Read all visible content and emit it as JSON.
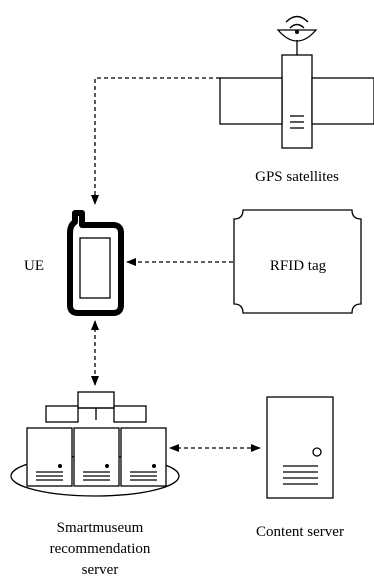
{
  "nodes": {
    "satellite": {
      "label": "GPS satellites",
      "icon": "satellite-icon"
    },
    "ue": {
      "label": "UE",
      "icon": "mobile-phone-icon"
    },
    "rfid": {
      "label": "RFID tag",
      "icon": "rfid-tag-shape"
    },
    "recommendation_server": {
      "label_lines": [
        "Smartmuseum",
        "recommendation",
        "server"
      ],
      "icon": "server-cluster-icon"
    },
    "content_server": {
      "label": "Content server",
      "icon": "server-tower-icon"
    }
  },
  "edges": [
    {
      "from": "satellite",
      "to": "ue",
      "style": "dashed",
      "arrows": "end"
    },
    {
      "from": "rfid",
      "to": "ue",
      "style": "dashed",
      "arrows": "end"
    },
    {
      "from": "ue",
      "to": "recommendation_server",
      "style": "dashed",
      "arrows": "both"
    },
    {
      "from": "recommendation_server",
      "to": "content_server",
      "style": "dashed",
      "arrows": "both"
    }
  ]
}
